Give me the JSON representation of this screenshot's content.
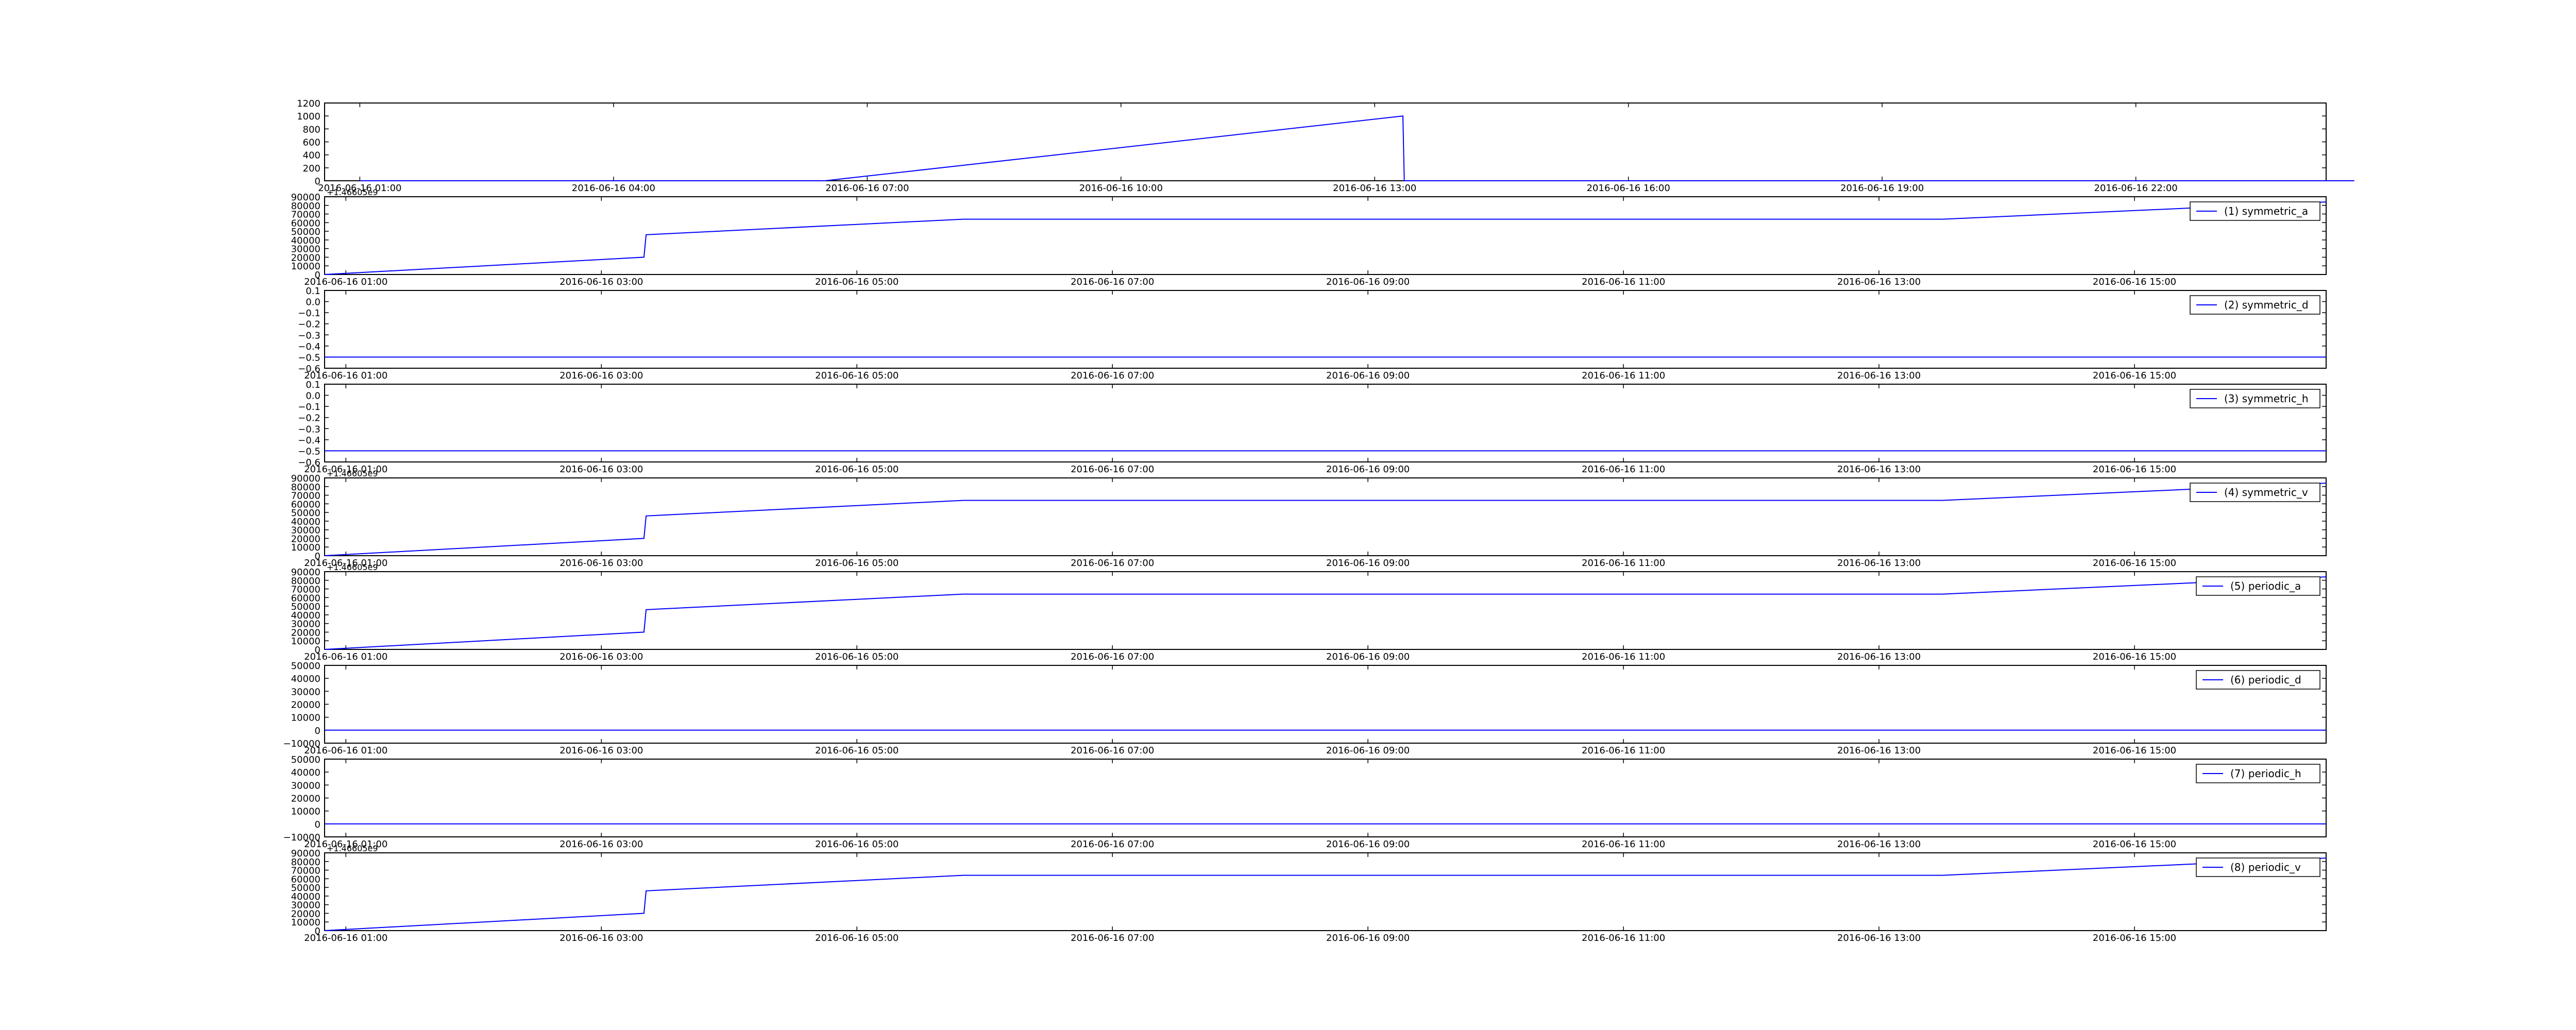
{
  "chart_data": [
    {
      "type": "line",
      "series": [
        {
          "x": [
            "2016-06-16 01:00",
            "2016-06-16 06:30",
            "2016-06-16 13:20",
            "2016-06-16 13:21",
            "2016-06-17 00:35"
          ],
          "y": [
            0,
            0,
            1000,
            0,
            0
          ]
        }
      ],
      "ylim": [
        0,
        1200
      ],
      "yticks": [
        "0",
        "200",
        "400",
        "600",
        "800",
        "1000",
        "1200"
      ],
      "xrange": [
        "2016-06-16 00:35",
        "2016-06-17 00:15"
      ],
      "xticks": [
        {
          "t": "2016-06-16 01:00",
          "label": "2016-06-16 01:00"
        },
        {
          "t": "2016-06-16 04:00",
          "label": "2016-06-16 04:00"
        },
        {
          "t": "2016-06-16 07:00",
          "label": "2016-06-16 07:00"
        },
        {
          "t": "2016-06-16 10:00",
          "label": "2016-06-16 10:00"
        },
        {
          "t": "2016-06-16 13:00",
          "label": "2016-06-16 13:00"
        },
        {
          "t": "2016-06-16 16:00",
          "label": "2016-06-16 16:00"
        },
        {
          "t": "2016-06-16 19:00",
          "label": "2016-06-16 19:00"
        },
        {
          "t": "2016-06-16 22:00",
          "label": "2016-06-16 22:00"
        }
      ],
      "offset_text": "",
      "legend": null
    },
    {
      "type": "line",
      "series": [
        {
          "name": "(1) symmetric_a",
          "x": [
            "2016-06-16 00:50",
            "2016-06-16 03:20",
            "2016-06-16 03:21",
            "2016-06-16 05:50",
            "2016-06-16 13:30",
            "2016-06-16 16:30"
          ],
          "y": [
            0,
            20000,
            46000,
            64000,
            64000,
            84000
          ]
        }
      ],
      "ylim": [
        0,
        90000
      ],
      "yticks": [
        "0",
        "10000",
        "20000",
        "30000",
        "40000",
        "50000",
        "60000",
        "70000",
        "80000",
        "90000"
      ],
      "xrange": [
        "2016-06-16 00:50",
        "2016-06-16 16:30"
      ],
      "xticks": [
        {
          "t": "2016-06-16 01:00",
          "label": "2016-06-16 01:00"
        },
        {
          "t": "2016-06-16 03:00",
          "label": "2016-06-16 03:00"
        },
        {
          "t": "2016-06-16 05:00",
          "label": "2016-06-16 05:00"
        },
        {
          "t": "2016-06-16 07:00",
          "label": "2016-06-16 07:00"
        },
        {
          "t": "2016-06-16 09:00",
          "label": "2016-06-16 09:00"
        },
        {
          "t": "2016-06-16 11:00",
          "label": "2016-06-16 11:00"
        },
        {
          "t": "2016-06-16 13:00",
          "label": "2016-06-16 13:00"
        },
        {
          "t": "2016-06-16 15:00",
          "label": "2016-06-16 15:00"
        }
      ],
      "offset_text": "+1.46605e9",
      "legend": "top-right"
    },
    {
      "type": "line",
      "series": [
        {
          "name": "(2) symmetric_d",
          "x": [
            "2016-06-16 00:50",
            "2016-06-16 16:30"
          ],
          "y": [
            -0.5,
            -0.5
          ]
        }
      ],
      "ylim": [
        -0.6,
        0.1
      ],
      "yticks": [
        "−0.6",
        "−0.5",
        "−0.4",
        "−0.3",
        "−0.2",
        "−0.1",
        "0.0",
        "0.1"
      ],
      "xrange": [
        "2016-06-16 00:50",
        "2016-06-16 16:30"
      ],
      "xticks": [
        {
          "t": "2016-06-16 01:00",
          "label": "2016-06-16 01:00"
        },
        {
          "t": "2016-06-16 03:00",
          "label": "2016-06-16 03:00"
        },
        {
          "t": "2016-06-16 05:00",
          "label": "2016-06-16 05:00"
        },
        {
          "t": "2016-06-16 07:00",
          "label": "2016-06-16 07:00"
        },
        {
          "t": "2016-06-16 09:00",
          "label": "2016-06-16 09:00"
        },
        {
          "t": "2016-06-16 11:00",
          "label": "2016-06-16 11:00"
        },
        {
          "t": "2016-06-16 13:00",
          "label": "2016-06-16 13:00"
        },
        {
          "t": "2016-06-16 15:00",
          "label": "2016-06-16 15:00"
        }
      ],
      "offset_text": "",
      "legend": "top-right"
    },
    {
      "type": "line",
      "series": [
        {
          "name": "(3) symmetric_h",
          "x": [
            "2016-06-16 00:50",
            "2016-06-16 16:30"
          ],
          "y": [
            -0.5,
            -0.5
          ]
        }
      ],
      "ylim": [
        -0.6,
        0.1
      ],
      "yticks": [
        "−0.6",
        "−0.5",
        "−0.4",
        "−0.3",
        "−0.2",
        "−0.1",
        "0.0",
        "0.1"
      ],
      "xrange": [
        "2016-06-16 00:50",
        "2016-06-16 16:30"
      ],
      "xticks": [
        {
          "t": "2016-06-16 01:00",
          "label": "2016-06-16 01:00"
        },
        {
          "t": "2016-06-16 03:00",
          "label": "2016-06-16 03:00"
        },
        {
          "t": "2016-06-16 05:00",
          "label": "2016-06-16 05:00"
        },
        {
          "t": "2016-06-16 07:00",
          "label": "2016-06-16 07:00"
        },
        {
          "t": "2016-06-16 09:00",
          "label": "2016-06-16 09:00"
        },
        {
          "t": "2016-06-16 11:00",
          "label": "2016-06-16 11:00"
        },
        {
          "t": "2016-06-16 13:00",
          "label": "2016-06-16 13:00"
        },
        {
          "t": "2016-06-16 15:00",
          "label": "2016-06-16 15:00"
        }
      ],
      "offset_text": "",
      "legend": "top-right"
    },
    {
      "type": "line",
      "series": [
        {
          "name": "(4) symmetric_v",
          "x": [
            "2016-06-16 00:50",
            "2016-06-16 03:20",
            "2016-06-16 03:21",
            "2016-06-16 05:50",
            "2016-06-16 13:30",
            "2016-06-16 16:30"
          ],
          "y": [
            0,
            20000,
            46000,
            64000,
            64000,
            84000
          ]
        }
      ],
      "ylim": [
        0,
        90000
      ],
      "yticks": [
        "0",
        "10000",
        "20000",
        "30000",
        "40000",
        "50000",
        "60000",
        "70000",
        "80000",
        "90000"
      ],
      "xrange": [
        "2016-06-16 00:50",
        "2016-06-16 16:30"
      ],
      "xticks": [
        {
          "t": "2016-06-16 01:00",
          "label": "2016-06-16 01:00"
        },
        {
          "t": "2016-06-16 03:00",
          "label": "2016-06-16 03:00"
        },
        {
          "t": "2016-06-16 05:00",
          "label": "2016-06-16 05:00"
        },
        {
          "t": "2016-06-16 07:00",
          "label": "2016-06-16 07:00"
        },
        {
          "t": "2016-06-16 09:00",
          "label": "2016-06-16 09:00"
        },
        {
          "t": "2016-06-16 11:00",
          "label": "2016-06-16 11:00"
        },
        {
          "t": "2016-06-16 13:00",
          "label": "2016-06-16 13:00"
        },
        {
          "t": "2016-06-16 15:00",
          "label": "2016-06-16 15:00"
        }
      ],
      "offset_text": "+1.46605e9",
      "legend": "top-right"
    },
    {
      "type": "line",
      "series": [
        {
          "name": "(5) periodic_a",
          "x": [
            "2016-06-16 00:50",
            "2016-06-16 03:20",
            "2016-06-16 03:21",
            "2016-06-16 05:50",
            "2016-06-16 13:30",
            "2016-06-16 16:30"
          ],
          "y": [
            0,
            20000,
            46000,
            64000,
            64000,
            84000
          ]
        }
      ],
      "ylim": [
        0,
        90000
      ],
      "yticks": [
        "0",
        "10000",
        "20000",
        "30000",
        "40000",
        "50000",
        "60000",
        "70000",
        "80000",
        "90000"
      ],
      "xrange": [
        "2016-06-16 00:50",
        "2016-06-16 16:30"
      ],
      "xticks": [
        {
          "t": "2016-06-16 01:00",
          "label": "2016-06-16 01:00"
        },
        {
          "t": "2016-06-16 03:00",
          "label": "2016-06-16 03:00"
        },
        {
          "t": "2016-06-16 05:00",
          "label": "2016-06-16 05:00"
        },
        {
          "t": "2016-06-16 07:00",
          "label": "2016-06-16 07:00"
        },
        {
          "t": "2016-06-16 09:00",
          "label": "2016-06-16 09:00"
        },
        {
          "t": "2016-06-16 11:00",
          "label": "2016-06-16 11:00"
        },
        {
          "t": "2016-06-16 13:00",
          "label": "2016-06-16 13:00"
        },
        {
          "t": "2016-06-16 15:00",
          "label": "2016-06-16 15:00"
        }
      ],
      "offset_text": "+1.46605e9",
      "legend": "top-right"
    },
    {
      "type": "line",
      "series": [
        {
          "name": "(6) periodic_d",
          "x": [
            "2016-06-16 00:50",
            "2016-06-16 16:30"
          ],
          "y": [
            0,
            0
          ]
        }
      ],
      "ylim": [
        -10000,
        50000
      ],
      "yticks": [
        "−10000",
        "0",
        "10000",
        "20000",
        "30000",
        "40000",
        "50000"
      ],
      "xrange": [
        "2016-06-16 00:50",
        "2016-06-16 16:30"
      ],
      "xticks": [
        {
          "t": "2016-06-16 01:00",
          "label": "2016-06-16 01:00"
        },
        {
          "t": "2016-06-16 03:00",
          "label": "2016-06-16 03:00"
        },
        {
          "t": "2016-06-16 05:00",
          "label": "2016-06-16 05:00"
        },
        {
          "t": "2016-06-16 07:00",
          "label": "2016-06-16 07:00"
        },
        {
          "t": "2016-06-16 09:00",
          "label": "2016-06-16 09:00"
        },
        {
          "t": "2016-06-16 11:00",
          "label": "2016-06-16 11:00"
        },
        {
          "t": "2016-06-16 13:00",
          "label": "2016-06-16 13:00"
        },
        {
          "t": "2016-06-16 15:00",
          "label": "2016-06-16 15:00"
        }
      ],
      "offset_text": "",
      "legend": "top-right"
    },
    {
      "type": "line",
      "series": [
        {
          "name": "(7) periodic_h",
          "x": [
            "2016-06-16 00:50",
            "2016-06-16 16:30"
          ],
          "y": [
            0,
            0
          ]
        }
      ],
      "ylim": [
        -10000,
        50000
      ],
      "yticks": [
        "−10000",
        "0",
        "10000",
        "20000",
        "30000",
        "40000",
        "50000"
      ],
      "xrange": [
        "2016-06-16 00:50",
        "2016-06-16 16:30"
      ],
      "xticks": [
        {
          "t": "2016-06-16 01:00",
          "label": "2016-06-16 01:00"
        },
        {
          "t": "2016-06-16 03:00",
          "label": "2016-06-16 03:00"
        },
        {
          "t": "2016-06-16 05:00",
          "label": "2016-06-16 05:00"
        },
        {
          "t": "2016-06-16 07:00",
          "label": "2016-06-16 07:00"
        },
        {
          "t": "2016-06-16 09:00",
          "label": "2016-06-16 09:00"
        },
        {
          "t": "2016-06-16 11:00",
          "label": "2016-06-16 11:00"
        },
        {
          "t": "2016-06-16 13:00",
          "label": "2016-06-16 13:00"
        },
        {
          "t": "2016-06-16 15:00",
          "label": "2016-06-16 15:00"
        }
      ],
      "offset_text": "",
      "legend": "top-right"
    },
    {
      "type": "line",
      "series": [
        {
          "name": "(8) periodic_v",
          "x": [
            "2016-06-16 00:50",
            "2016-06-16 03:20",
            "2016-06-16 03:21",
            "2016-06-16 05:50",
            "2016-06-16 13:30",
            "2016-06-16 16:30"
          ],
          "y": [
            0,
            20000,
            46000,
            64000,
            64000,
            84000
          ]
        }
      ],
      "ylim": [
        0,
        90000
      ],
      "yticks": [
        "0",
        "10000",
        "20000",
        "30000",
        "40000",
        "50000",
        "60000",
        "70000",
        "80000",
        "90000"
      ],
      "xrange": [
        "2016-06-16 00:50",
        "2016-06-16 16:30"
      ],
      "xticks": [
        {
          "t": "2016-06-16 01:00",
          "label": "2016-06-16 01:00"
        },
        {
          "t": "2016-06-16 03:00",
          "label": "2016-06-16 03:00"
        },
        {
          "t": "2016-06-16 05:00",
          "label": "2016-06-16 05:00"
        },
        {
          "t": "2016-06-16 07:00",
          "label": "2016-06-16 07:00"
        },
        {
          "t": "2016-06-16 09:00",
          "label": "2016-06-16 09:00"
        },
        {
          "t": "2016-06-16 11:00",
          "label": "2016-06-16 11:00"
        },
        {
          "t": "2016-06-16 13:00",
          "label": "2016-06-16 13:00"
        },
        {
          "t": "2016-06-16 15:00",
          "label": "2016-06-16 15:00"
        }
      ],
      "offset_text": "+1.46605e9",
      "legend": "top-right"
    }
  ],
  "colors": {
    "line": "#0000ff",
    "axes": "#000000",
    "legend_border": "#000000"
  }
}
